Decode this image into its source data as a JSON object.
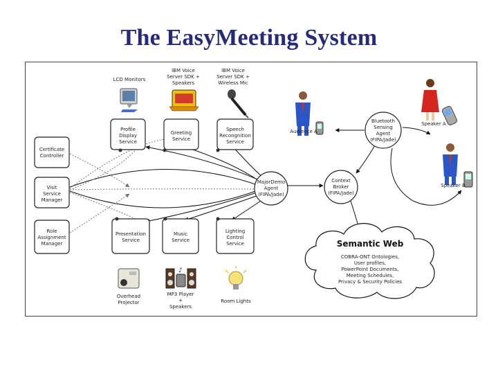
{
  "title": "The EasyMeeting System",
  "devices": {
    "lcd": [
      "LCD Monitors"
    ],
    "voice_speakers": [
      "IBM Voice",
      "Server SDK +",
      "Speakers"
    ],
    "voice_mic": [
      "IBM Voice",
      "Server SDK +",
      "Wireless Mic"
    ],
    "projector": [
      "Overhead",
      "Projector"
    ],
    "mp3": [
      "MP3 Player",
      "+",
      "Speakers"
    ],
    "lights": [
      "Room Lights"
    ]
  },
  "services": {
    "profile": [
      "Profile",
      "Display",
      "Service"
    ],
    "greeting": [
      "Greeting",
      "Service"
    ],
    "speech": [
      "Speech",
      "Recongnition",
      "Service"
    ],
    "presentation": [
      "Presentation",
      "Service"
    ],
    "music": [
      "Music",
      "Service"
    ],
    "lighting": [
      "Lighting",
      "Control",
      "Service"
    ]
  },
  "managers": {
    "certificate": [
      "Certificate",
      "Controller"
    ],
    "visit": [
      "Visit",
      "Service",
      "Manager"
    ],
    "role": [
      "Role",
      "Assignment",
      "Manager"
    ]
  },
  "agents": {
    "majordemo": [
      "MajorDemo",
      "Agent",
      "(FIPA/Jade)"
    ],
    "broker": [
      "Context",
      "Broker",
      "(FIPA/Jade)"
    ],
    "bluetooth": [
      "Bluetooth",
      "Sensing",
      "Agent",
      "(FIPA/Jade)"
    ]
  },
  "people": {
    "audience": "Audience A",
    "speaker_a": "Speaker A",
    "speaker_b": "Speaker B"
  },
  "semantic_web": {
    "title": "Semantic Web",
    "lines": [
      "COBRA-ONT Ontologies,",
      "User profiles,",
      "PowerPoint Documents,",
      "Meeting Schedules,",
      "Privacy & Security Policies"
    ]
  }
}
